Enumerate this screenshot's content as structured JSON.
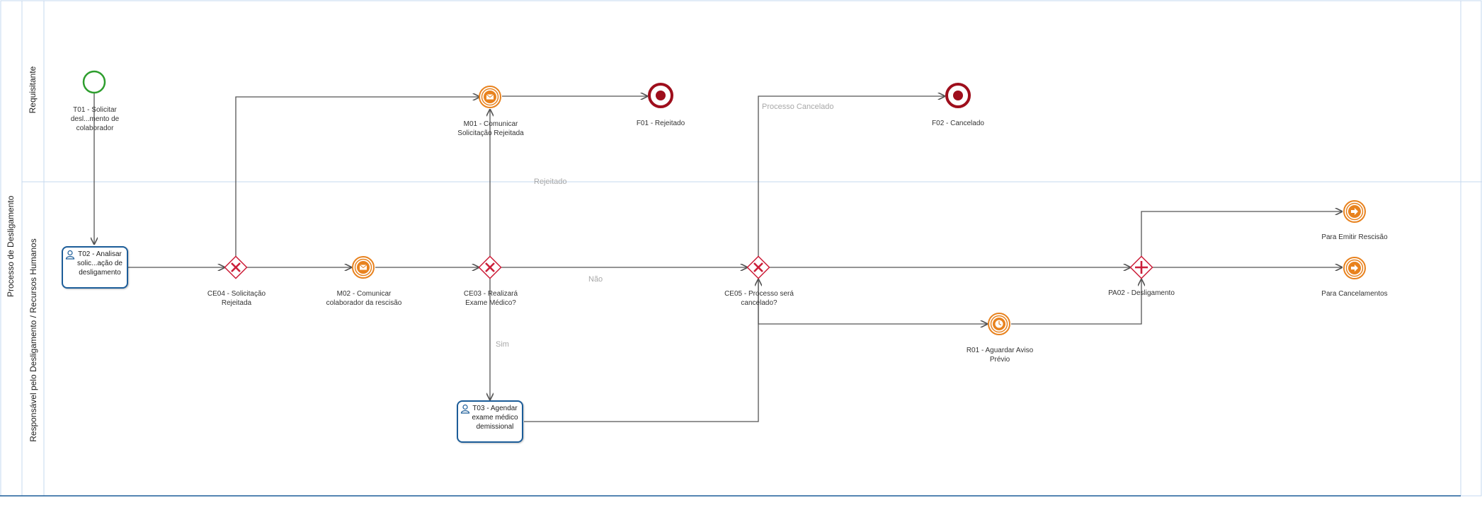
{
  "pool": {
    "title": "Processo de Desligamento"
  },
  "lanes": [
    {
      "title": "Requisitante"
    },
    {
      "title": "Responsável pelo Desligamento / Recursos Humanos"
    }
  ],
  "elements": {
    "start": {
      "label": "T01 - Solicitar desl...mento de colaborador"
    },
    "t02": {
      "label": "T02 - Analisar solic...ação de desligamento"
    },
    "ce04": {
      "label": "CE04 - Solicitação Rejeitada"
    },
    "m02": {
      "label": "M02 - Comunicar colaborador da rescisão"
    },
    "ce03": {
      "label": "CE03 - Realizará Exame Médico?"
    },
    "m01": {
      "label": "M01 - Comunicar Solicitação Rejeitada"
    },
    "f01": {
      "label": "F01 - Rejeitado"
    },
    "f02": {
      "label": "F02 - Cancelado"
    },
    "t03": {
      "label": "T03 - Agendar exame médico demissional"
    },
    "ce05": {
      "label": "CE05 - Processo será cancelado?"
    },
    "r01": {
      "label": "R01 - Aguardar Aviso Prévio"
    },
    "pa02": {
      "label": "PA02 - Desligamento"
    },
    "link_rescisao": {
      "label": "Para Emitir Rescisão"
    },
    "link_cancel": {
      "label": "Para Cancelamentos"
    }
  },
  "flow_labels": {
    "rejeitado": "Rejeitado",
    "processo_cancelado": "Processo Cancelado",
    "nao": "Não",
    "sim": "Sim"
  },
  "colors": {
    "lane_border": "#c5d9ef",
    "task_border": "#1c5d99",
    "gateway": "#cc1f3a",
    "intermediate": "#e8821e",
    "end_event": "#9e0e1c",
    "start_event": "#2e9e2e",
    "flow_line": "#555555"
  }
}
